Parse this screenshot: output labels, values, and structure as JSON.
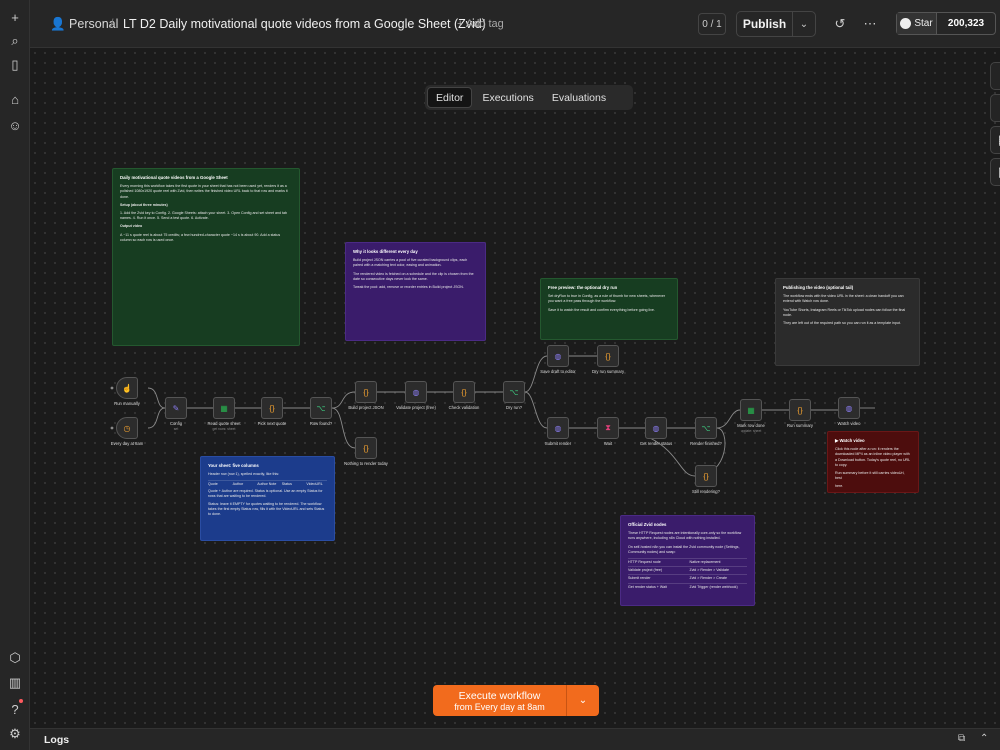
{
  "header": {
    "project": "Personal",
    "separator": "/",
    "workflow_title": "LT D2 Daily motivational quote videos from a Google Sheet (Zvid)",
    "add_tag": "+ Add tag",
    "counter": "0 / 1",
    "publish_label": "Publish",
    "github_star_label": "Star",
    "github_star_count": "200,323"
  },
  "tabs": [
    {
      "label": "Editor",
      "active": true
    },
    {
      "label": "Executions",
      "active": false
    },
    {
      "label": "Evaluations",
      "active": false
    }
  ],
  "stickies": {
    "intro": {
      "title": "Daily motivational quote videos from a Google Sheet",
      "body1": "Every morning this workflow takes the first quote in your sheet that has not been used yet, renders it as a polished 1080x1920 quote reel with Zvid, then writes the finished video URL back to that row and marks it done.",
      "body2": "Setup (about three minutes)",
      "body3": "1. Add the Zvid key to Config. 2. Google Sheets: attach your sheet. 3. Open Config and set sheet and tab names. 4. Run it once. 5. Send a test quote. 6. Activate.",
      "body4": "Output video",
      "body5": "A ~11 s quote reel is about 75 credits; a few hundred-character quote ~14 s is about 90. Add a status column so each row is used once."
    },
    "why": {
      "title": "Why it looks different every day",
      "body1": "Build project JSON carries a pool of five curated background clips, each paired with a matching text color, easing and animation.",
      "body2": "The rendered video is fetched on a schedule and the clip is chosen from the date so consecutive days never look the same.",
      "body3": "Tweak the pool: add, remove or reorder entries in Build project JSON."
    },
    "preview": {
      "title": "Free preview: the optional dry run",
      "body1": "Set dryRun to true in Config, as a rule of thumb for new sheets, whenever you want a free pass through the workflow.",
      "body2": "Save it to watch the result and confirm everything before going live."
    },
    "publish": {
      "title": "Publishing the video (optional tail)",
      "body1": "The workflow ends with the video URL in the sheet: a clean handoff you can extend with Watch row done.",
      "body2": "YouTube Shorts, Instagram Reels or TikTok upload nodes can follow the final node.",
      "body3": "They are left out of the required path so you can run it as a template input."
    },
    "sheet": {
      "title": "Your sheet: five columns",
      "body1": "Header row (row 1), spelled exactly, like this:",
      "cols": [
        "Quote",
        "Author",
        "Author Note",
        "Status",
        "VideoURL"
      ],
      "body2": "Quote + Author are required. Status is optional. Use an empty Status for rows that are waiting to be rendered.",
      "body3": "Status: leave it EMPTY for quotes waiting to be rendered. The workflow takes the first empty Status row, fills it with the VideoURL and sets Status to done."
    },
    "zvid": {
      "title": "Official Zvid nodes",
      "body1": "These HTTP Request nodes are intentionally core-only so the workflow runs anywhere, including n8n Cloud with nothing installed.",
      "body2": "On self-hosted n8n you can install the Zvid community node (Settings, Community nodes) and swap:",
      "rows": [
        [
          "HTTP Request node",
          "Native replacement"
        ],
        [
          "Validate project (free)",
          "Zvid > Render > Validate"
        ],
        [
          "Submit render",
          "Zvid > Render > Create"
        ],
        [
          "Get render status + Wait",
          "Zvid Trigger (render webhook)"
        ]
      ]
    },
    "watch": {
      "title": "▶ Watch video",
      "body1": "Click this node after a run: it renders the downloaded MP4 as an inline video player with a Download button. Today's quote reel, no URL to copy.",
      "body2": "Run summary before it still carries videoUrl, best",
      "body3": "here."
    }
  },
  "nodes": {
    "run_manually": "Run manually",
    "every_day": "Every day at 8am",
    "config": "Config",
    "config_sub": "set",
    "read_sheet": "Read quote sheet",
    "read_sheet_sub": "get rows: sheet",
    "pick_quote": "Pick next quote",
    "row_found": "Row found?",
    "build_json": "Build project JSON",
    "nothing_render": "Nothing to render today",
    "validate": "Validate project (free)",
    "check_validation": "Check validation",
    "dry_run": "Dry run?",
    "save_draft": "Save draft to editor",
    "dry_summary": "Dry run summary",
    "submit_render": "Submit render",
    "wait": "Wait",
    "get_status": "Get render status",
    "render_finished": "Render finished?",
    "still_rendering": "Still rendering?",
    "mark_row": "Mark row done",
    "mark_row_sub": "update: sheet",
    "run_summary": "Run summary",
    "watch_video": "Watch video"
  },
  "execute": {
    "label": "Execute workflow",
    "sublabel": "from Every day at 8am"
  },
  "logs_label": "Logs"
}
